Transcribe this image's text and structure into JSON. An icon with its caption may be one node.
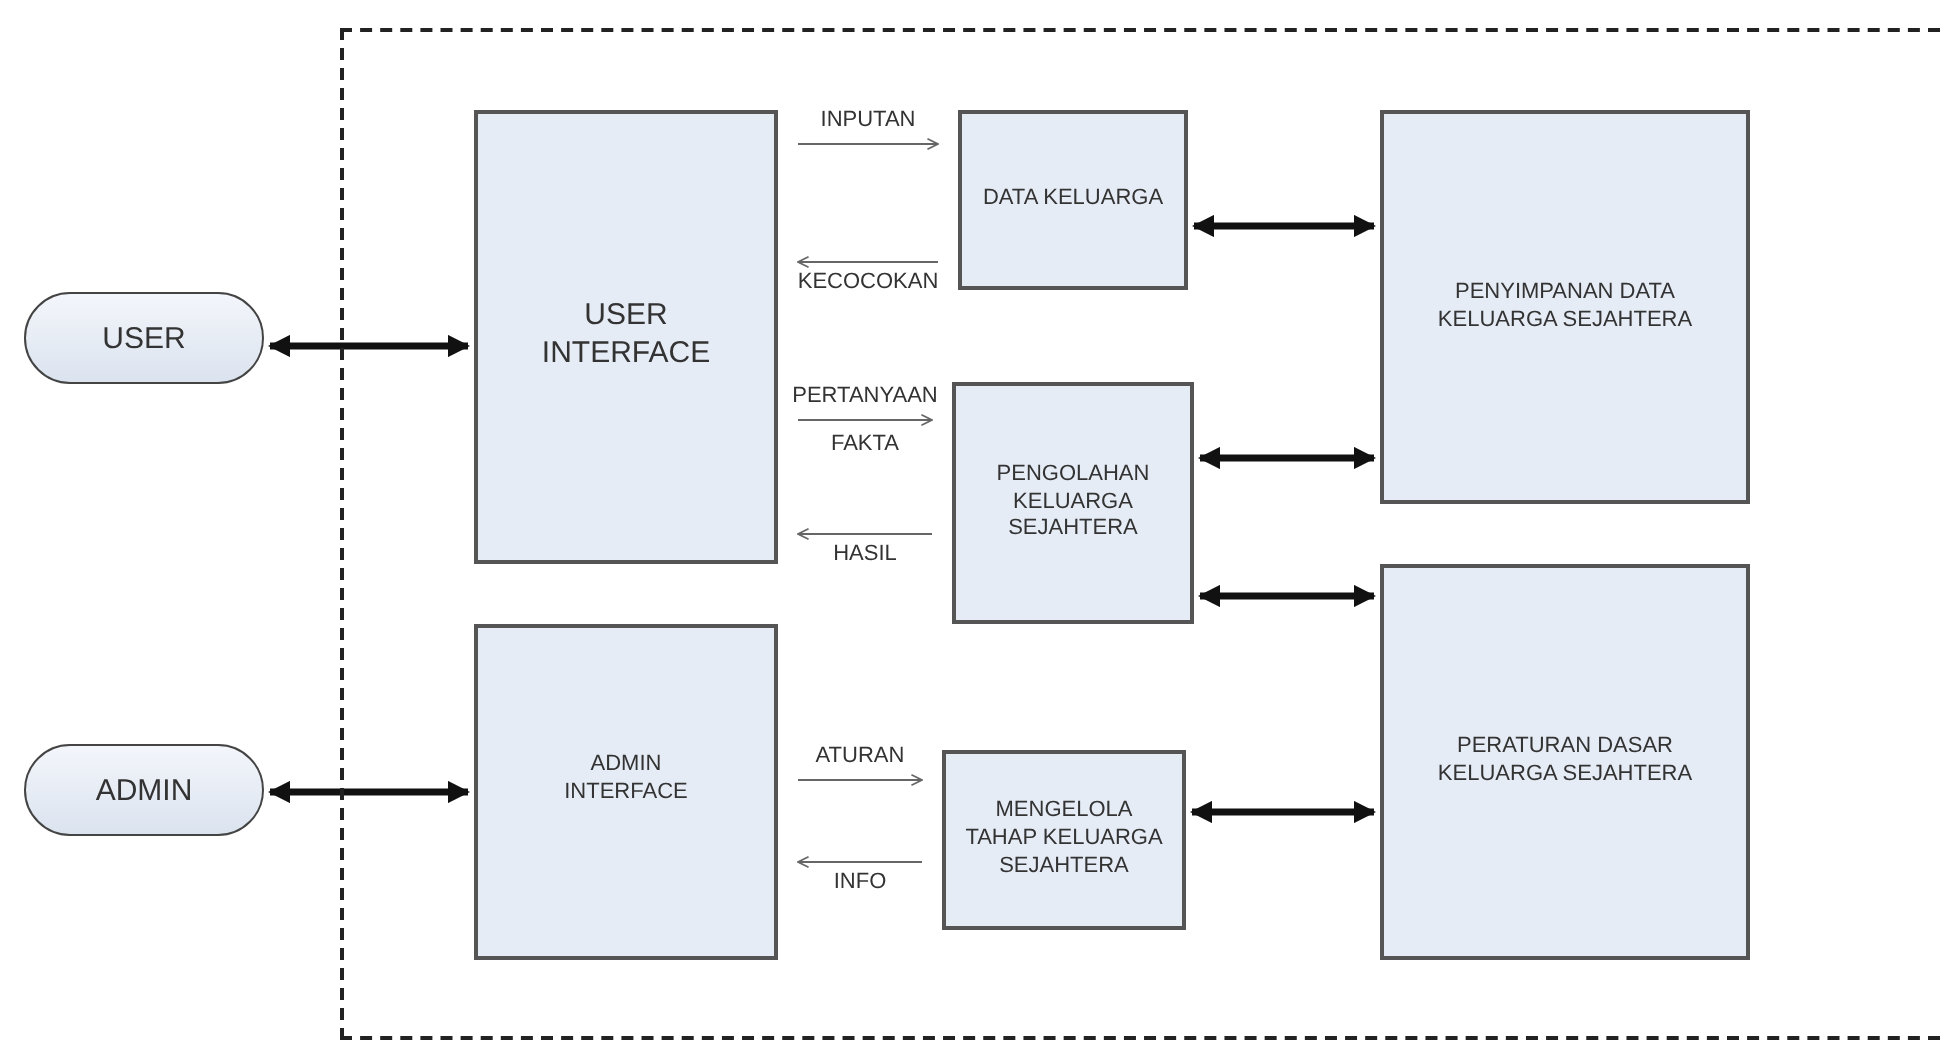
{
  "diagram": {
    "nodes": [
      {
        "text": [],
        "shape": "box"
      },
      {
        "text": [
          "USER"
        ]
      },
      {
        "text": [
          "USER INTERFACE"
        ],
        "in": 0
      },
      {
        "text": [
          "DATA KELUARGA"
        ],
        "in": 0
      },
      {
        "text": [
          "PENYIMPANAN DATA KELUARGA SEJAHTERA"
        ],
        "in": 0
      },
      {
        "text": [
          "PENGOLAHAN KELUARGA SEJAHTERA"
        ],
        "in": 0
      },
      {
        "text": [
          "ADMIN"
        ]
      },
      {
        "text": [
          "ADMIN INTERFACE"
        ],
        "in": 0
      },
      {
        "text": [
          "MENGELOLA TAHAP KELUARGA SEJAHTERA"
        ],
        "in": 0
      },
      {
        "text": [
          "PERATURAN DASAR KELUARGA SEJAHTERA"
        ],
        "in": 0
      }
    ],
    "edges": [
      {
        "from": 1,
        "to": 2,
        "arrow": "both",
        "style": "thick"
      },
      {
        "from": 2,
        "to": 3,
        "arrow": "to",
        "label": "INPUTAN"
      },
      {
        "from": 3,
        "to": 2,
        "arrow": "to",
        "label": "KECOCOKAN"
      },
      {
        "from": 3,
        "to": 4,
        "arrow": "both",
        "style": "thick"
      },
      {
        "from": 2,
        "to": 5,
        "arrow": "to",
        "label": "PERTANYAAN FAKTA"
      },
      {
        "from": 5,
        "to": 2,
        "arrow": "to",
        "label": "HASIL"
      },
      {
        "from": 5,
        "to": 4,
        "arrow": "both",
        "style": "thick"
      },
      {
        "from": 5,
        "to": 9,
        "arrow": "both",
        "style": "thick"
      },
      {
        "from": 6,
        "to": 7,
        "arrow": "both",
        "style": "thick"
      },
      {
        "from": 7,
        "to": 8,
        "arrow": "to",
        "label": "ATURAN"
      },
      {
        "from": 8,
        "to": 7,
        "arrow": "to",
        "label": "INFO"
      },
      {
        "from": 8,
        "to": 9,
        "arrow": "both",
        "style": "thick"
      }
    ]
  }
}
